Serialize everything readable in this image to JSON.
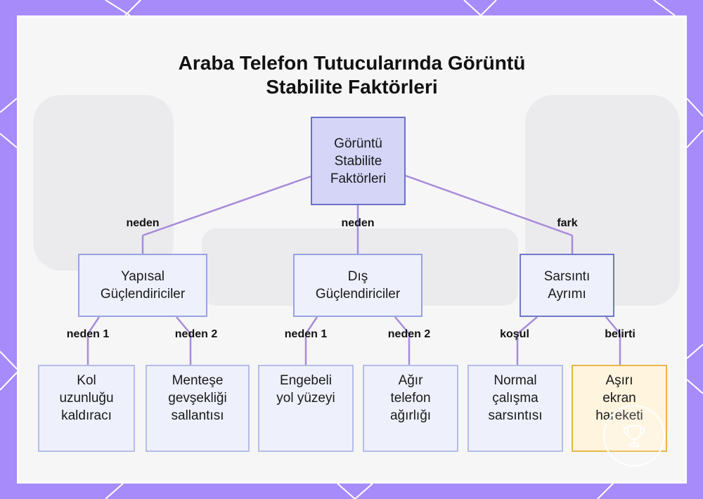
{
  "title_line1": "Araba Telefon Tutucularında Görüntü",
  "title_line2": "Stabilite Faktörleri",
  "nodes": {
    "root": "Görüntü\nStabilite\nFaktörleri",
    "structural": "Yapısal\nGüçlendiriciler",
    "external": "Dış\nGüçlendiriciler",
    "vibration": "Sarsıntı\nAyrımı",
    "arm": "Kol\nuzunluğu\nkaldıracı",
    "hinge": "Menteşe\ngevşekliği\nsallantısı",
    "road": "Engebeli\nyol yüzeyi",
    "weight": "Ağır\ntelefon\nağırlığı",
    "normal": "Normal\nçalışma\nsarsıntısı",
    "excess": "Aşırı\nekran\nhareketi"
  },
  "edge_labels": {
    "root_structural": "neden",
    "root_external": "neden",
    "root_vibration": "fark",
    "structural_arm": "neden 1",
    "structural_hinge": "neden 2",
    "external_road": "neden 1",
    "external_weight": "neden 2",
    "vibration_normal": "koşul",
    "vibration_excess": "belirti"
  },
  "colors": {
    "background": "#a78bfa",
    "edge": "#a78bda",
    "root_fill": "#d4d5f7",
    "node_fill": "#eef0fb",
    "highlight_fill": "#fff4de",
    "highlight_border": "#e9b744"
  },
  "icons": [
    "trophy-icon"
  ]
}
